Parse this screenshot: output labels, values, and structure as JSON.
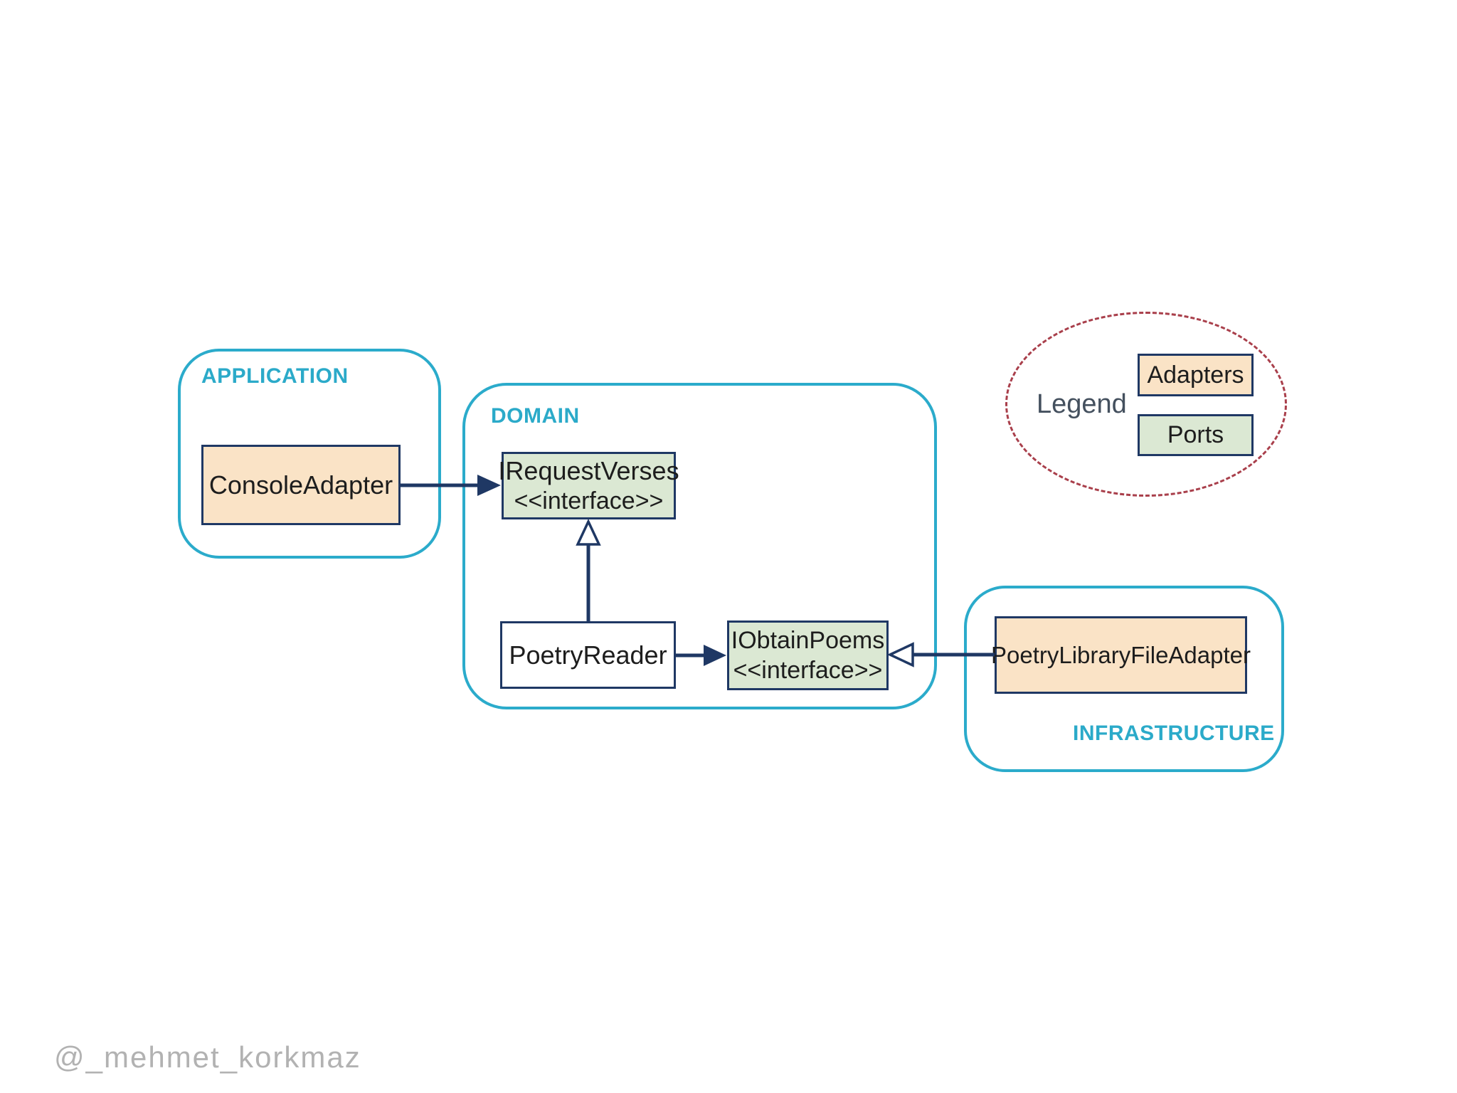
{
  "sections": {
    "application": {
      "label": "APPLICATION"
    },
    "domain": {
      "label": "DOMAIN"
    },
    "infrastructure": {
      "label": "INFRASTRUCTURE"
    }
  },
  "nodes": {
    "console_adapter": {
      "label": "ConsoleAdapter",
      "kind": "adapter"
    },
    "irequest_verses": {
      "label": "IRequestVerses",
      "stereotype": "<<interface>>",
      "kind": "port"
    },
    "poetry_reader": {
      "label": "PoetryReader",
      "kind": "class"
    },
    "iobtain_poems": {
      "label": "IObtainPoems",
      "stereotype": "<<interface>>",
      "kind": "port"
    },
    "poetry_library_file_adapter": {
      "label": "PoetryLibraryFileAdapter",
      "kind": "adapter"
    }
  },
  "edges": [
    {
      "from": "ConsoleAdapter",
      "to": "IRequestVerses",
      "arrowhead": "filled"
    },
    {
      "from": "PoetryReader",
      "to": "IRequestVerses",
      "arrowhead": "open"
    },
    {
      "from": "PoetryReader",
      "to": "IObtainPoems",
      "arrowhead": "filled"
    },
    {
      "from": "PoetryLibraryFileAdapter",
      "to": "IObtainPoems",
      "arrowhead": "open"
    }
  ],
  "legend": {
    "title": "Legend",
    "items": [
      {
        "label": "Adapters",
        "color": "#FAE3C6"
      },
      {
        "label": "Ports",
        "color": "#DBE8D3"
      }
    ]
  },
  "colors": {
    "container_border": "#2BABCB",
    "node_border": "#1F3864",
    "arrow": "#1F3864",
    "adapter_fill": "#FAE3C6",
    "port_fill": "#DBE8D3",
    "legend_ellipse": "#A93F4B",
    "watermark_text": "#B2B2B2"
  },
  "watermark": "@_mehmet_korkmaz"
}
